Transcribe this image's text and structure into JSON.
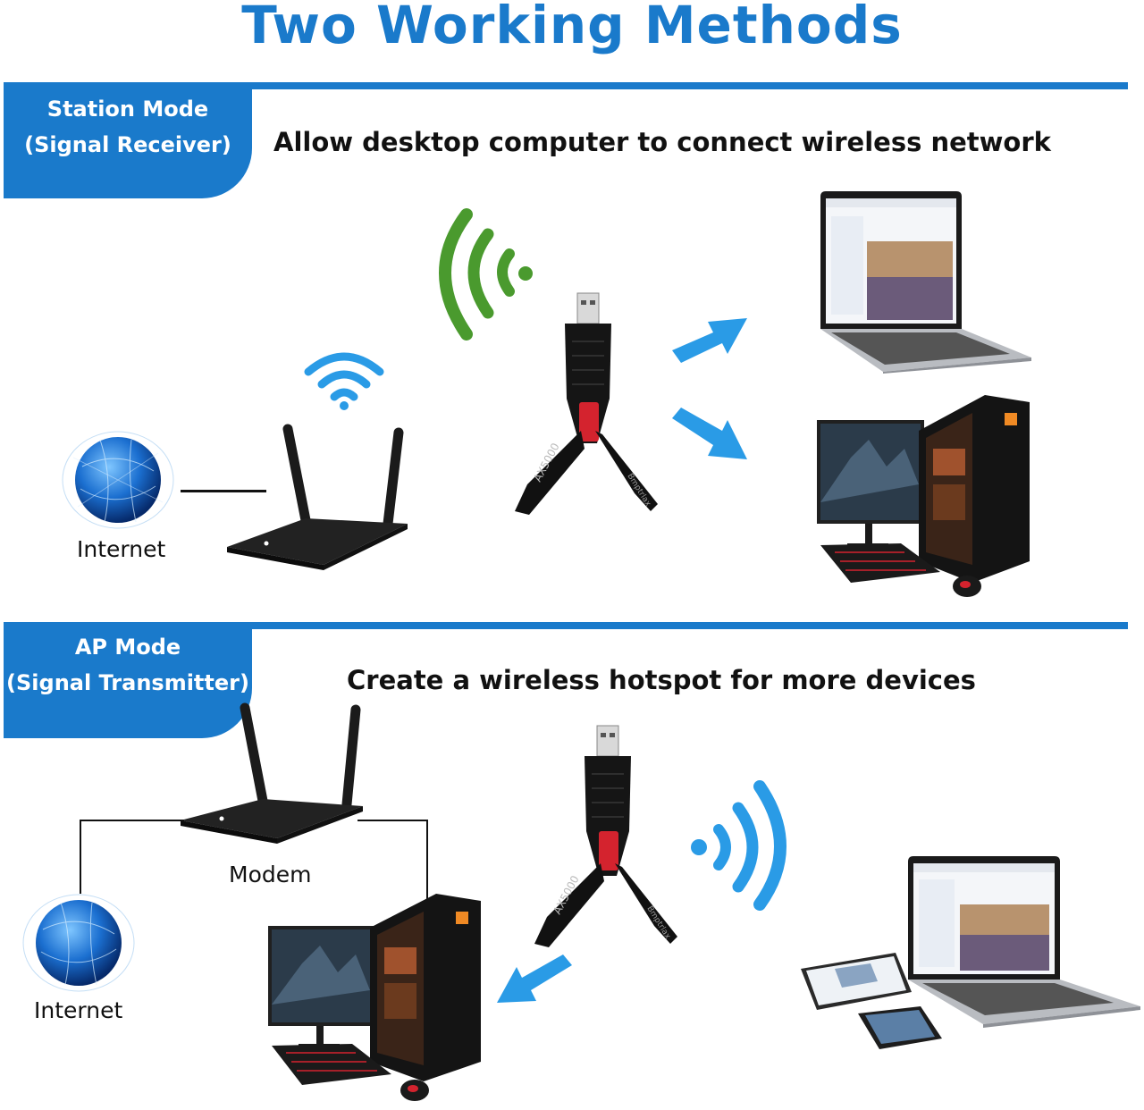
{
  "header": {
    "title": "Two Working Methods"
  },
  "station": {
    "tab_line1": "Station Mode",
    "tab_line2": "(Signal Receiver)",
    "caption": "Allow desktop computer to connect wireless network",
    "internet_label": "Internet"
  },
  "ap": {
    "tab_line1": "AP Mode",
    "tab_line2": "(Signal Transmitter)",
    "caption": "Create a wireless hotspot for more devices",
    "modem_label": "Modem",
    "internet_label": "Internet"
  },
  "adapter": {
    "model_text": "AX5000",
    "brand_text": "Bmptrlax"
  },
  "colors": {
    "brand_blue": "#1a7acb",
    "wifi_blue": "#2a9be6",
    "wifi_green": "#4a9a2e",
    "adapter_red": "#d4232e"
  },
  "icons": [
    "globe-icon",
    "router-icon",
    "wifi-icon",
    "usb-adapter-icon",
    "arrow-icon",
    "laptop-icon",
    "desktop-pc-icon",
    "tablet-icon",
    "phone-icon"
  ]
}
